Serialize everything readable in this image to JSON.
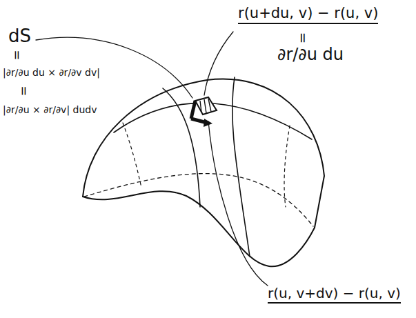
{
  "diagram": {
    "labels": [
      "r(u+du, v) − r(u, v)",
      "=",
      "∂r/∂u du",
      "dS",
      "=",
      "|∂r/∂u du × ∂r/∂v dv|",
      "=",
      "|∂r/∂u × ∂r/∂v| dudv",
      "r(u, v+dv) − r(u, v)"
    ]
  }
}
